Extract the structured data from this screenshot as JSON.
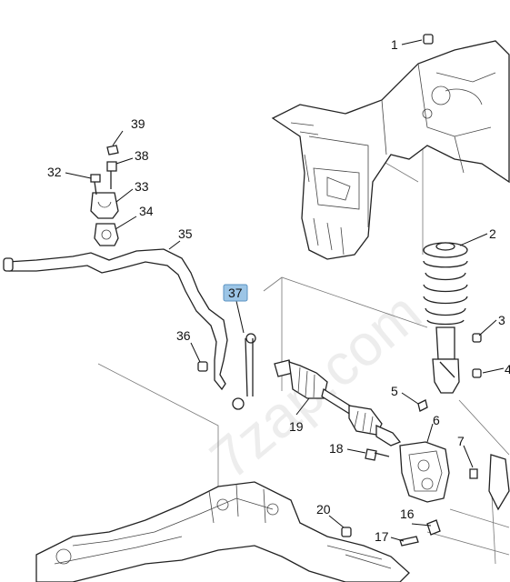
{
  "callouts": {
    "c1": "1",
    "c2": "2",
    "c3": "3",
    "c4": "4",
    "c5": "5",
    "c6": "6",
    "c7": "7",
    "c16": "16",
    "c17": "17",
    "c18": "18",
    "c19": "19",
    "c20": "20",
    "c32": "32",
    "c33": "33",
    "c34": "34",
    "c35": "35",
    "c36": "36",
    "c37": "37",
    "c38": "38",
    "c39": "39"
  },
  "highlighted_callout": "37",
  "watermark": "7zap.com",
  "colors": {
    "highlight": "#9cc5e6",
    "line": "#222222",
    "background": "#ffffff"
  }
}
